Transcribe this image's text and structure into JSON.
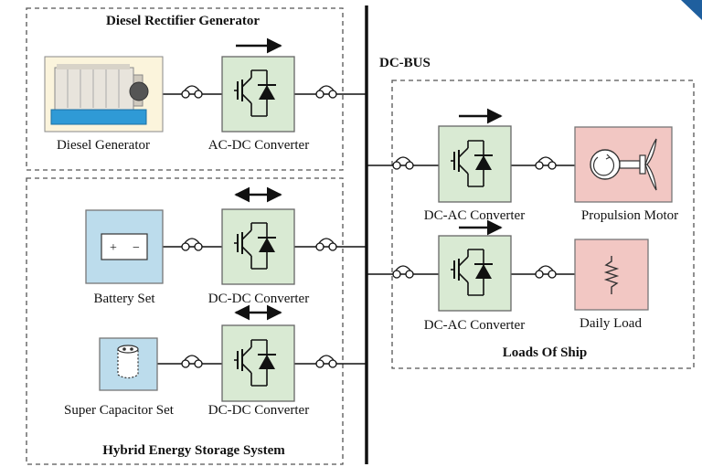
{
  "groups": {
    "diesel": "Diesel Rectifier Generator",
    "hess": "Hybrid Energy Storage System",
    "loads": "Loads Of Ship"
  },
  "bus_label": "DC-BUS",
  "components": {
    "diesel_generator": "Diesel Generator",
    "ac_dc_converter": "AC-DC Converter",
    "battery_set": "Battery Set",
    "dc_dc_converter_1": "DC-DC Converter",
    "super_capacitor_set": "Super Capacitor Set",
    "dc_dc_converter_2": "DC-DC Converter",
    "dc_ac_converter_1": "DC-AC Converter",
    "propulsion_motor": "Propulsion Motor",
    "dc_ac_converter_2": "DC-AC Converter",
    "daily_load": "Daily Load"
  },
  "battery_symbols": {
    "plus": "+",
    "minus": "−"
  },
  "colors": {
    "converter_fill": "#d9ead3",
    "load_fill": "#f2c7c3",
    "storage_fill": "#bcdcec",
    "generator_body": "#e8e4dc",
    "generator_base": "#2f9ad6",
    "corner_accent": "#1f5f9e"
  }
}
